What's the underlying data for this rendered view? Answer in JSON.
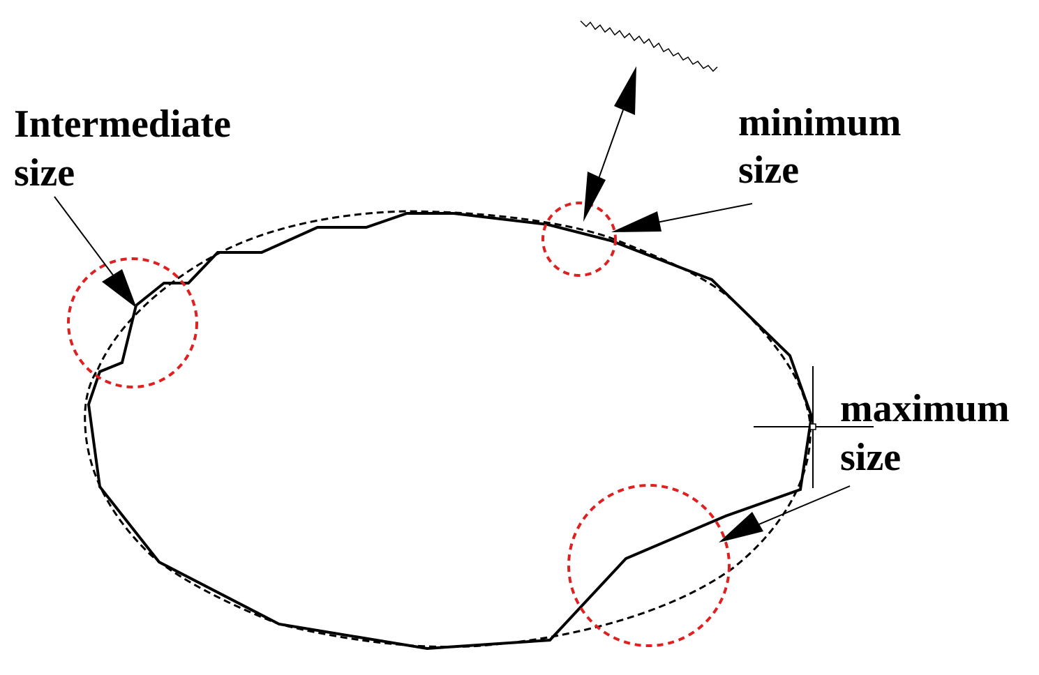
{
  "labels": {
    "intermediate_line1": "Intermediate",
    "intermediate_line2": "size",
    "minimum_line1": "minimum",
    "minimum_line2": "size",
    "maximum_line1": "maximum",
    "maximum_line2": "size"
  },
  "colors": {
    "outline": "#000000",
    "highlight_circle": "#e02020",
    "background": "#ffffff"
  }
}
